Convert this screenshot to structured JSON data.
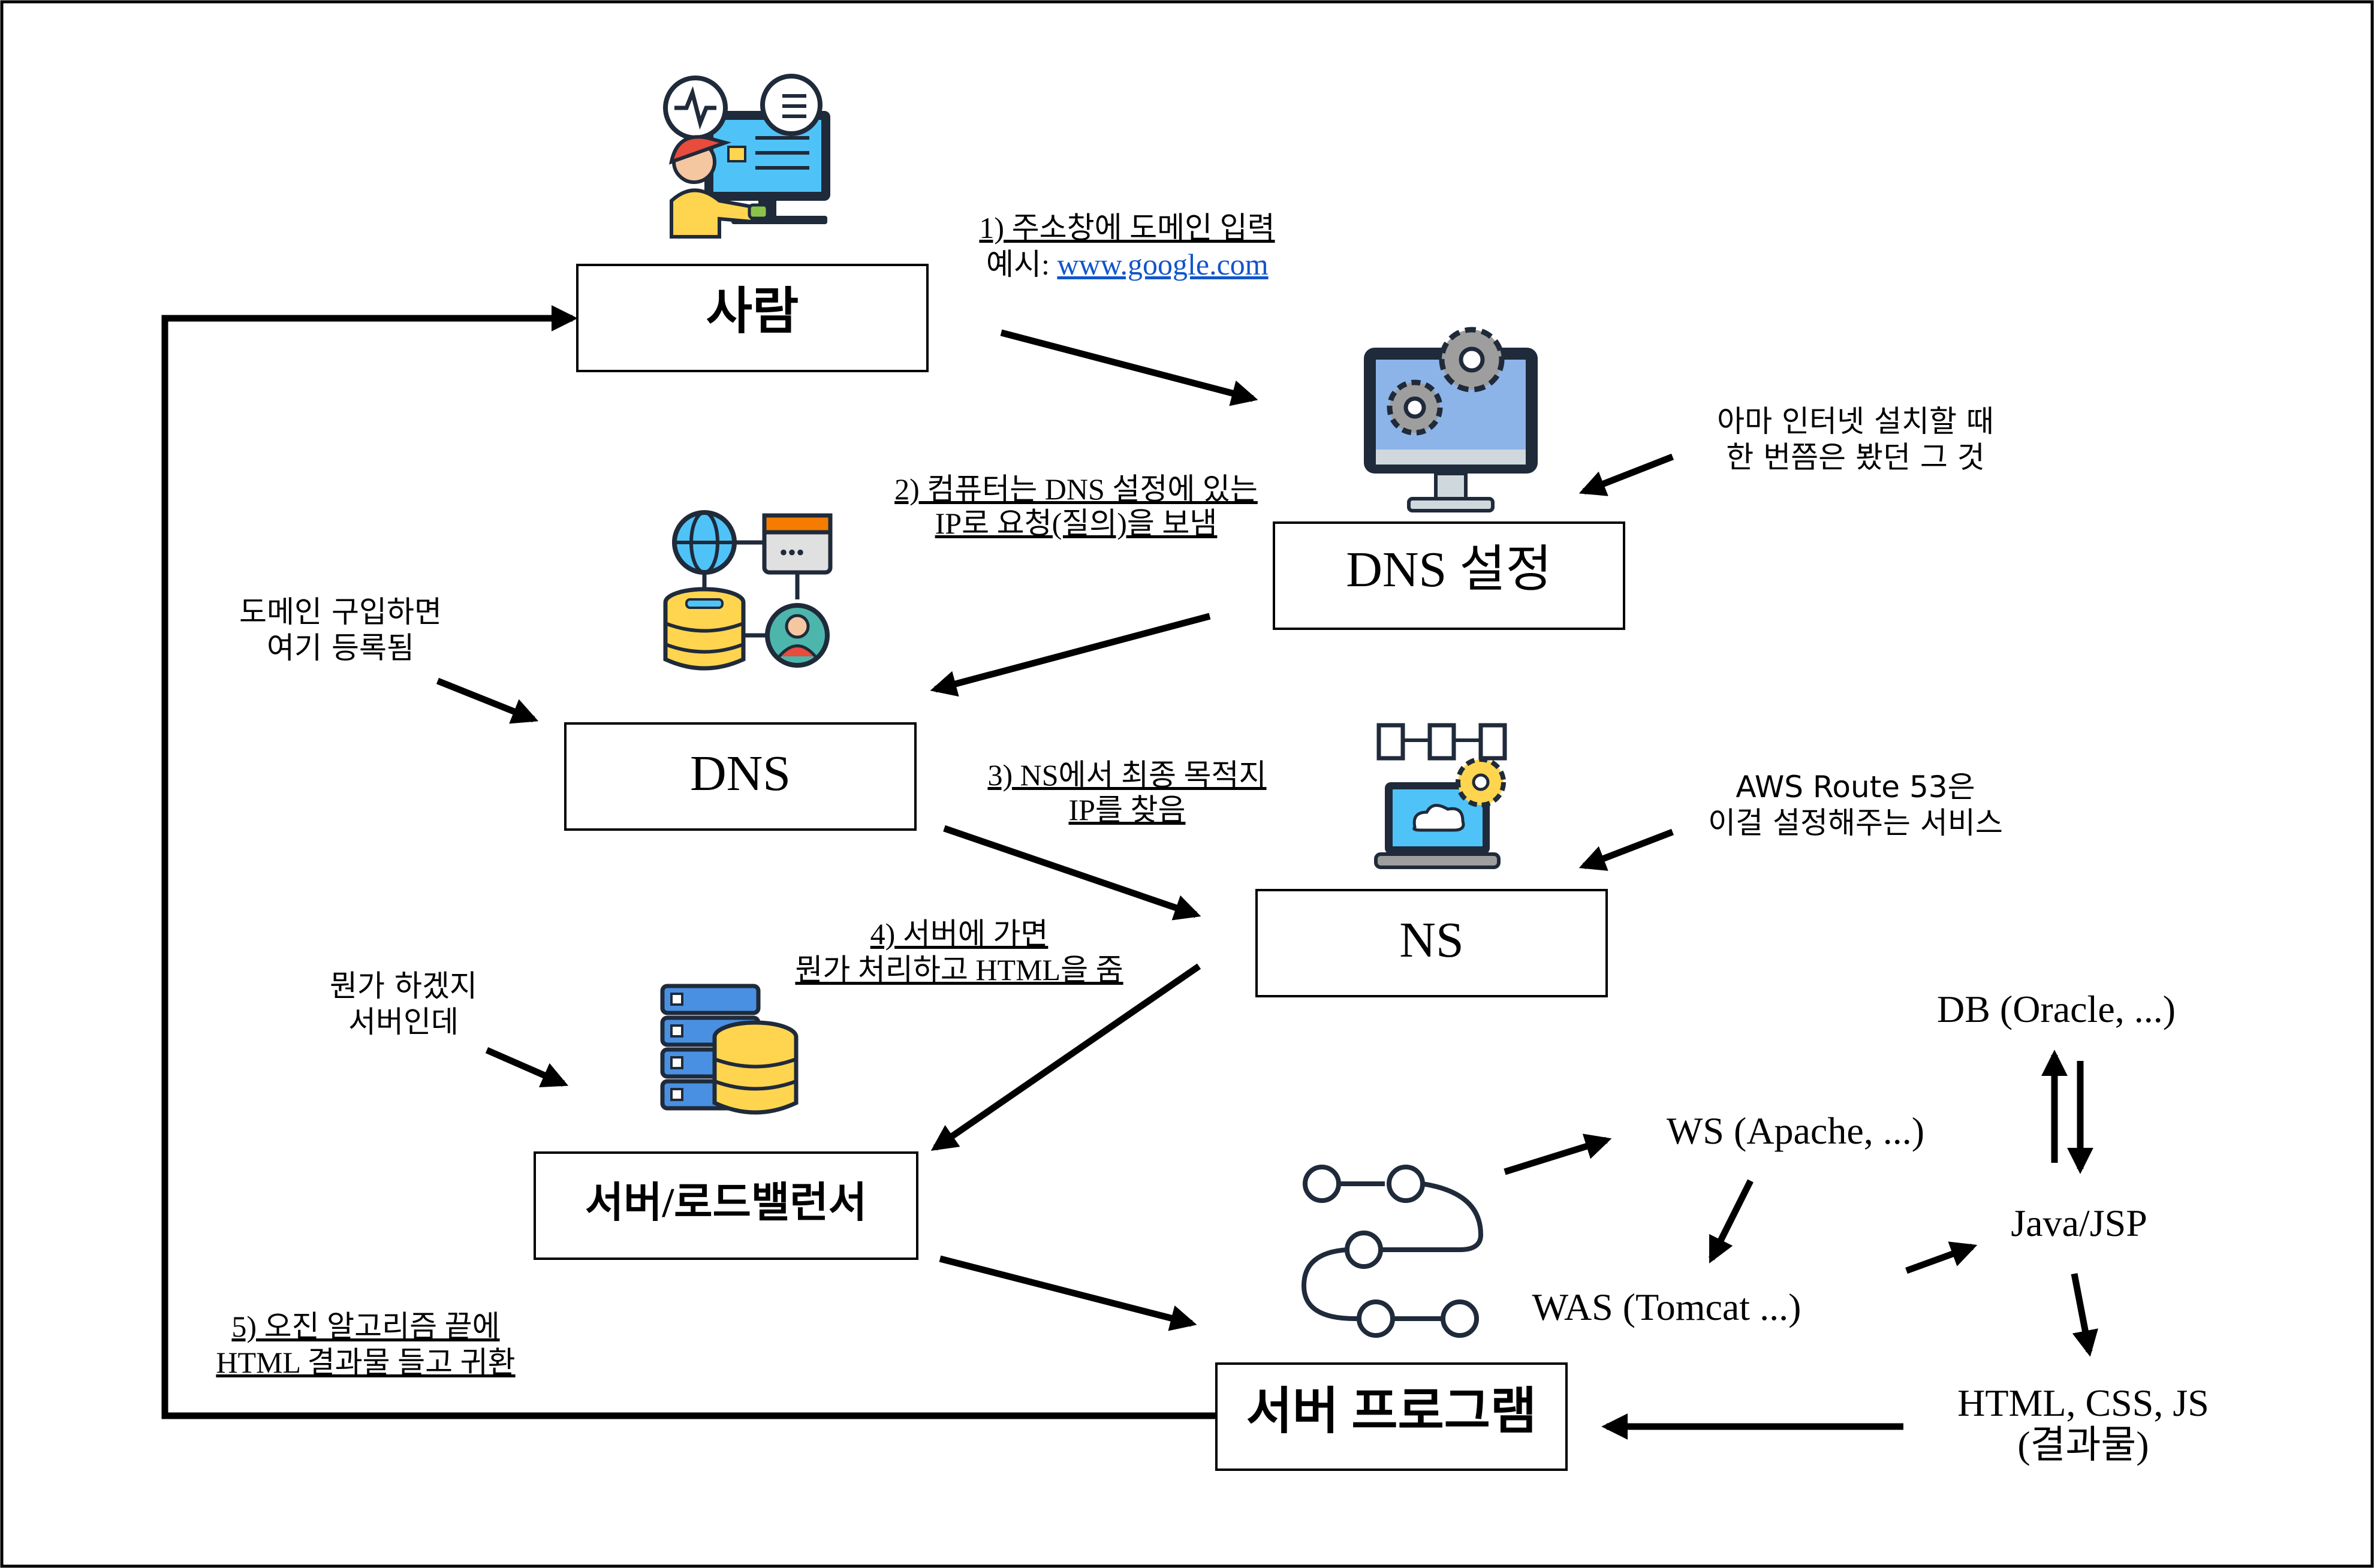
{
  "nodes": {
    "person": "사람",
    "dns_setting": "DNS 설정",
    "dns": "DNS",
    "ns": "NS",
    "server_lb": "서버/로드밸런서",
    "server_program": "서버 프로그램",
    "ws": "WS (Apache, ...)",
    "was": "WAS (Tomcat ...)",
    "db": "DB (Oracle, ...)",
    "java": "Java/JSP",
    "result_line1": "HTML, CSS, JS",
    "result_line2": "(결과물)"
  },
  "steps": {
    "s1_line1": "1) 주소창에 도메인 입력",
    "s1_line2_prefix": "예시: ",
    "s1_link": "www.google.com",
    "s2_line1": "2) 컴퓨터는 DNS 설정에 있는",
    "s2_line2": "IP로 요청(질의)을 보냄",
    "s3_line1": "3) NS에서 최종 목적지",
    "s3_line2": "IP를 찾음",
    "s4_line1": "4) 서버에 가면",
    "s4_line2": "뭔가 처리하고 HTML을 줌",
    "s5_line1": "5) 오진 알고리즘 끝에",
    "s5_line2": "HTML 결과물 들고 귀환"
  },
  "notes": {
    "dns_setting_line1": "아마 인터넷 설치할 때",
    "dns_setting_line2": "한 번쯤은 봤던 그 것",
    "domain_line1": "도메인 구입하면",
    "domain_line2": "여기 등록됨",
    "aws_line1": "AWS Route 53은",
    "aws_line2": "이걸 설정해주는 서비스",
    "server_line1": "뭔가 하겠지",
    "server_line2": "서버인데"
  },
  "colors": {
    "link": "#1155cc",
    "stroke": "#000000",
    "icon_blue": "#4fc3f7",
    "icon_yellow": "#ffd54f",
    "icon_orange": "#f57c00",
    "icon_dark": "#1f2a3a"
  }
}
